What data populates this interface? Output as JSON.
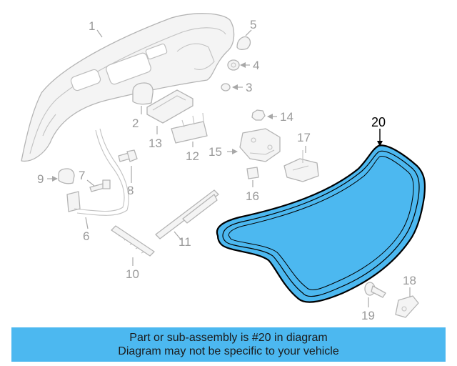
{
  "diagram": {
    "callouts": [
      "1",
      "2",
      "3",
      "4",
      "5",
      "6",
      "7",
      "8",
      "9",
      "10",
      "11",
      "12",
      "13",
      "14",
      "15",
      "16",
      "17",
      "18",
      "19",
      "20"
    ],
    "highlight_part": "20",
    "highlight_color": "#4cb8f0",
    "line_color": "#b4b4b4"
  },
  "banner": {
    "line1": "Part or sub-assembly is #20 in diagram",
    "line2": "Diagram may not be specific to your vehicle",
    "color": "#4cb8f0"
  }
}
